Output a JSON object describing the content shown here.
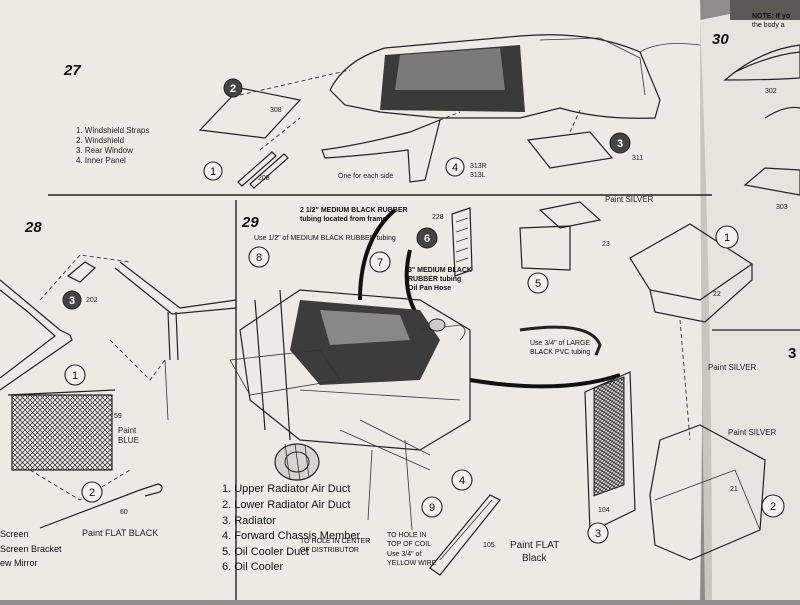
{
  "step27": {
    "number": "27",
    "legend": [
      "1. Windshield Straps",
      "2. Windshield",
      "3. Rear Window",
      "4. Inner Panel"
    ],
    "callouts": [
      "1",
      "2",
      "3",
      "4"
    ],
    "parts": [
      "308",
      "208",
      "311",
      "313R",
      "313L"
    ],
    "note": "One for each side"
  },
  "step28": {
    "number": "28",
    "callouts": [
      "1",
      "2",
      "3"
    ],
    "parts": [
      "202",
      "59",
      "60"
    ],
    "paint_blue": [
      "Paint",
      "BLUE"
    ],
    "paint_flat_black": "Paint FLAT BLACK",
    "legend_partial": [
      "Screen",
      "Screen Bracket",
      "ew Mirror"
    ]
  },
  "step29": {
    "number": "29",
    "hose_note_1": [
      "2 1/2\" MEDIUM BLACK RUBBER",
      "tubing located from frame"
    ],
    "hose_note_2": "Use 1/2\" of MEDIUM BLACK RUBBER tubing",
    "hose_note_3": [
      "3\" MEDIUM BLACK",
      "RUBBER tubing",
      "Oil Pan Hose"
    ],
    "pvc_note": [
      "Use 3/4\" of LARGE",
      "BLACK PVC tubing"
    ],
    "paint_silver_top": "Paint SILVER",
    "paint_silver_mid": "Paint SILVER",
    "paint_silver_low": "Paint SILVER",
    "paint_flat_black": [
      "Paint FLAT",
      "Black"
    ],
    "parts": [
      "228",
      "23",
      "22",
      "104",
      "21",
      "105"
    ],
    "callouts": [
      "1",
      "2",
      "3",
      "4",
      "5",
      "6",
      "7",
      "8",
      "9"
    ],
    "legend": [
      "1.  Upper Radiator Air Duct",
      "2.  Lower Radiator Air Duct",
      "3.  Radiator",
      "4.  Forward Chassis Member",
      "5.  Oil Cooler Duct",
      "6.  Oil Cooler"
    ],
    "distributor_note": [
      "TO HOLE IN CENTER",
      "OF DISTRIBUTOR"
    ],
    "coil_note": [
      "TO HOLE IN",
      "TOP OF COIL",
      "Use 3/4\" of",
      "YELLOW WIRE"
    ]
  },
  "step30": {
    "number": "30",
    "note": [
      "NOTE: If yo",
      "the body a"
    ],
    "parts": [
      "302",
      "303"
    ]
  },
  "next_step_partial": "3"
}
